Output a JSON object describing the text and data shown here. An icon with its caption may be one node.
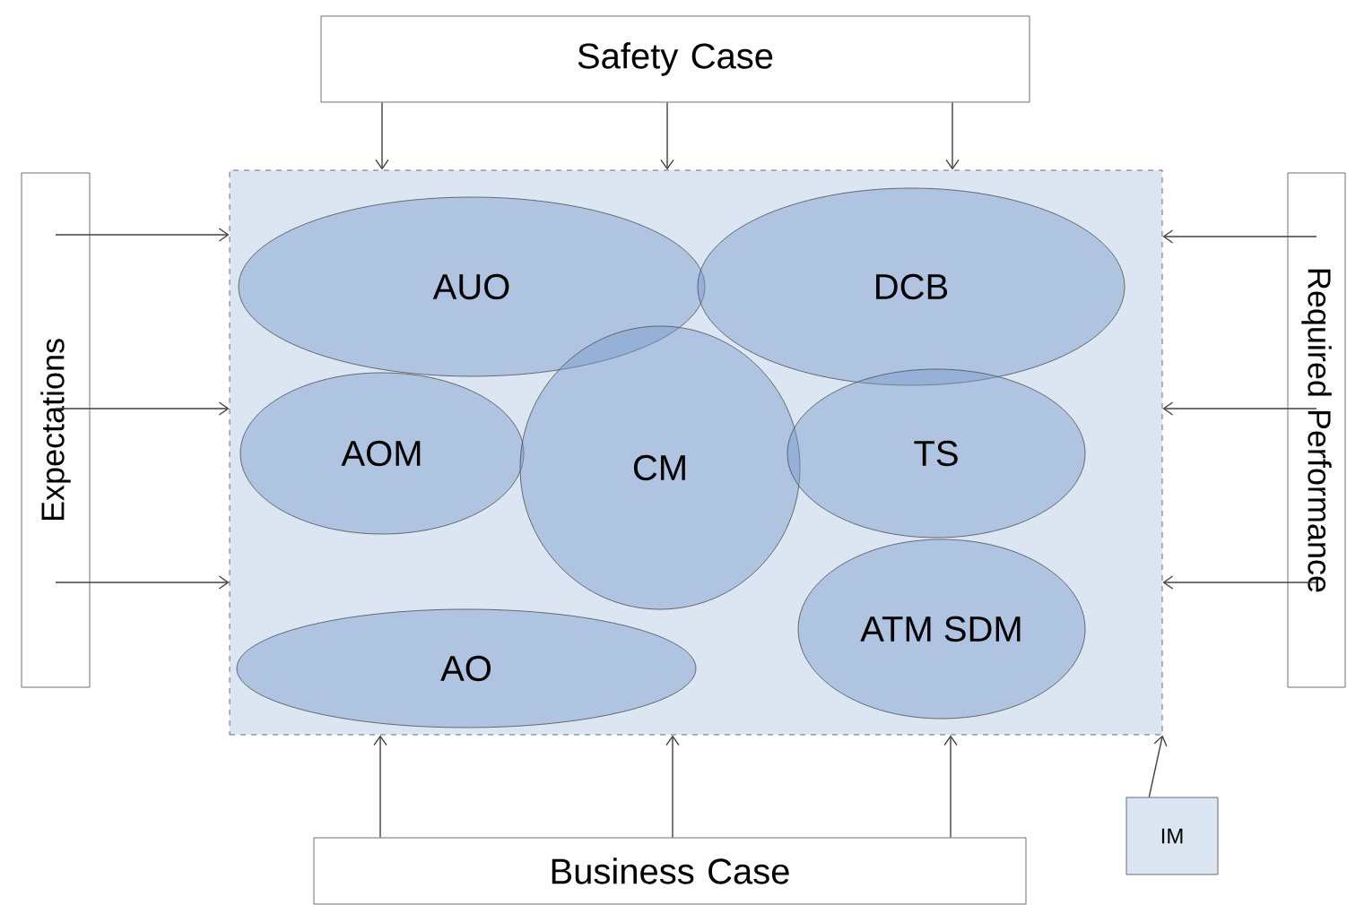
{
  "diagram": {
    "nodes": [
      {
        "text": [
          "Safety Case"
        ]
      },
      {
        "text": [
          "Expectations"
        ]
      },
      {
        "text": [
          "Required Performance"
        ]
      },
      {
        "text": [],
        "shape": "box"
      },
      {
        "text": [
          "AUO"
        ],
        "in": 3
      },
      {
        "text": [
          "DCB"
        ],
        "in": 3
      },
      {
        "text": [
          "AOM"
        ],
        "in": 3
      },
      {
        "text": [
          "CM"
        ],
        "in": 3
      },
      {
        "text": [
          "TS"
        ],
        "in": 3
      },
      {
        "text": [
          "AO"
        ],
        "in": 3
      },
      {
        "text": [
          "ATM SDM"
        ],
        "in": 3
      },
      {
        "text": [
          "Business Case"
        ]
      },
      {
        "text": [
          "IM"
        ]
      }
    ],
    "edges": [
      {
        "from": 0,
        "to": 3,
        "arrow": "to"
      },
      {
        "from": 0,
        "to": 3,
        "arrow": "to"
      },
      {
        "from": 0,
        "to": 3,
        "arrow": "to"
      },
      {
        "from": 1,
        "to": 3,
        "arrow": "to"
      },
      {
        "from": 1,
        "to": 3,
        "arrow": "to"
      },
      {
        "from": 1,
        "to": 3,
        "arrow": "to"
      },
      {
        "from": 2,
        "to": 3,
        "arrow": "to"
      },
      {
        "from": 2,
        "to": 3,
        "arrow": "to"
      },
      {
        "from": 2,
        "to": 3,
        "arrow": "to"
      },
      {
        "from": 11,
        "to": 3,
        "arrow": "to"
      },
      {
        "from": 11,
        "to": 3,
        "arrow": "to"
      },
      {
        "from": 11,
        "to": 3,
        "arrow": "to"
      },
      {
        "from": 12,
        "to": 3,
        "arrow": "to"
      }
    ]
  }
}
